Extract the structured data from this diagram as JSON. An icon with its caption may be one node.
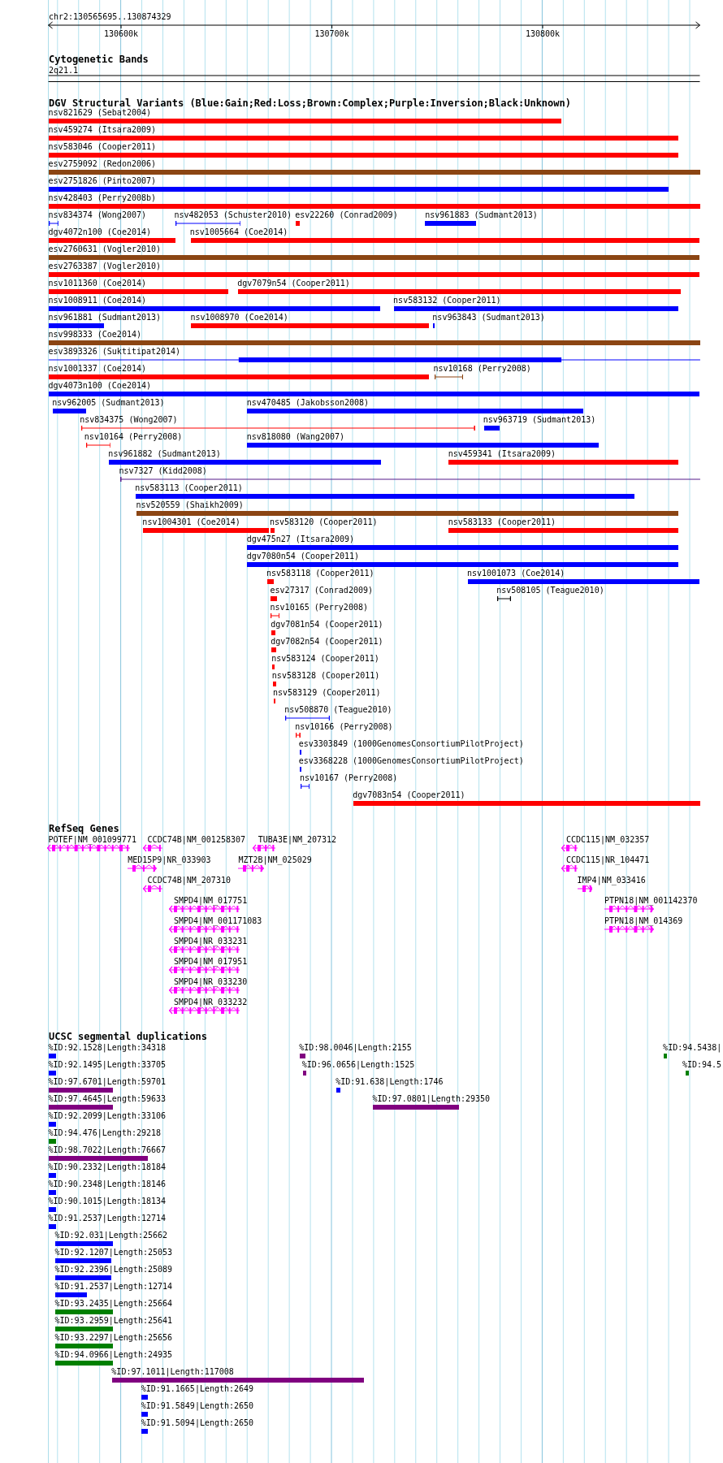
{
  "diagram": {
    "nodes": [
      {
        "text": [
          "nsv821629 (Sebat2004)"
        ]
      },
      {
        "text": [
          "nsv459274 (Itsara2009)"
        ]
      },
      {
        "text": [
          "nsv583046 (Cooper2011)"
        ]
      },
      {
        "text": [
          "esv2759092 (Redon2006)"
        ]
      },
      {
        "text": [
          "esv2751826 (Pinto2007)"
        ]
      },
      {
        "text": [
          "nsv428403 (Perry2008b)"
        ]
      },
      {
        "text": [
          "nsv834374 (Wong2007)"
        ]
      },
      {
        "text": [
          "nsv482053 (Schuster2010)"
        ]
      },
      {
        "text": [
          "esv22260 (Conrad2009)"
        ]
      },
      {
        "text": [
          "nsv961883 (Sudmant2013)"
        ]
      },
      {
        "text": [
          "dgv4072n100 (Coe2014)"
        ]
      },
      {
        "text": [
          "nsv1005664 (Coe2014)"
        ]
      },
      {
        "text": [
          "esv2760631 (Vogler2010)"
        ]
      },
      {
        "text": [
          "esv2763387 (Vogler2010)"
        ]
      },
      {
        "text": [
          "nsv1011360 (Coe2014)"
        ]
      },
      {
        "text": [
          "dgv7079n54 (Cooper2011)"
        ]
      },
      {
        "text": [
          "nsv1008911 (Coe2014)"
        ]
      },
      {
        "text": [
          "nsv583132 (Cooper2011)"
        ]
      },
      {
        "text": [
          "nsv961881 (Sudmant2013)"
        ]
      },
      {
        "text": [
          "nsv1008970 (Coe2014)"
        ]
      },
      {
        "text": [
          "nsv963843 (Sudmant2013)"
        ]
      },
      {
        "text": [
          "nsv998333 (Coe2014)"
        ]
      },
      {
        "text": [
          "esv3893326 (Suktitipat2014)"
        ]
      },
      {
        "text": [
          "nsv1001337 (Coe2014)"
        ]
      },
      {
        "text": [
          "nsv10168 (Perry2008)"
        ]
      },
      {
        "text": [
          "dgv4073n100 (Coe2014)"
        ]
      },
      {
        "text": [
          "nsv962005 (Sudmant2013)"
        ]
      },
      {
        "text": [
          "nsv470485 (Jakobsson2008)"
        ]
      },
      {
        "text": [
          "nsv834375 (Wong2007)"
        ]
      },
      {
        "text": [
          "nsv963719 (Sudmant2013)"
        ]
      },
      {
        "text": [
          "nsv10164 (Perry2008)"
        ]
      },
      {
        "text": [
          "nsv818080 (Wang2007)"
        ]
      },
      {
        "text": [
          "nsv961882 (Sudmant2013)"
        ]
      },
      {
        "text": [
          "nsv459341 (Itsara2009)"
        ]
      },
      {
        "text": [
          "nsv7327 (Kidd2008)"
        ]
      },
      {
        "text": [
          "nsv583113 (Cooper2011)"
        ]
      },
      {
        "text": [
          "nsv520559 (Shaikh2009)"
        ]
      },
      {
        "text": [
          "nsv1004301 (Coe2014)"
        ]
      },
      {
        "text": [
          "nsv583120 (Cooper2011)"
        ]
      },
      {
        "text": [
          "nsv583133 (Cooper2011)"
        ]
      },
      {
        "text": [
          "dgv475n27 (Itsara2009)"
        ]
      },
      {
        "text": [
          "dgv7080n54 (Cooper2011)"
        ]
      },
      {
        "text": [
          "nsv583118 (Cooper2011)"
        ]
      },
      {
        "text": [
          "nsv1001073 (Coe2014)"
        ]
      },
      {
        "text": [
          "esv27317 (Conrad2009)"
        ]
      },
      {
        "text": [
          "nsv508105 (Teague2010)"
        ]
      },
      {
        "text": [
          "nsv10165 (Perry2008)"
        ]
      },
      {
        "text": [
          "dgv7081n54 (Cooper2011)"
        ]
      },
      {
        "text": [
          "dgv7082n54 (Cooper2011)"
        ]
      },
      {
        "text": [
          "nsv583124 (Cooper2011)"
        ]
      },
      {
        "text": [
          "nsv583128 (Cooper2011)"
        ]
      },
      {
        "text": [
          "nsv583129 (Cooper2011)"
        ]
      },
      {
        "text": [
          "nsv508870 (Teague2010)"
        ]
      },
      {
        "text": [
          "nsv10166 (Perry2008)"
        ]
      },
      {
        "text": [
          "esv3303849 (1000GenomesConsortiumPilotProject)"
        ]
      },
      {
        "text": [
          "esv3368228 (1000GenomesConsortiumPilotProject)"
        ]
      },
      {
        "text": [
          "nsv10167 (Perry2008)"
        ]
      },
      {
        "text": [
          "dgv7083n54 (Cooper2011)"
        ]
      },
      {
        "text": [
          "POTEF|NM_001099771"
        ]
      },
      {
        "text": [
          "CCDC74B|NM_001258307"
        ]
      },
      {
        "text": [
          "TUBA3E|NM_207312"
        ]
      },
      {
        "text": [
          "CCDC115|NM_032357"
        ]
      },
      {
        "text": [
          "MED15P9|NR_033903"
        ]
      },
      {
        "text": [
          "MZT2B|NM_025029"
        ]
      },
      {
        "text": [
          "CCDC115|NR_104471"
        ]
      },
      {
        "text": [
          "CCDC74B|NM_207310"
        ]
      },
      {
        "text": [
          "IMP4|NM_033416"
        ]
      },
      {
        "text": [
          "SMPD4|NM_017751"
        ]
      },
      {
        "text": [
          "PTPN18|NM_001142370"
        ]
      },
      {
        "text": [
          "SMPD4|NM_001171083"
        ]
      },
      {
        "text": [
          "PTPN18|NM_014369"
        ]
      },
      {
        "text": [
          "SMPD4|NR_033231"
        ]
      },
      {
        "text": [
          "SMPD4|NM_017951"
        ]
      },
      {
        "text": [
          "SMPD4|NR_033230"
        ]
      },
      {
        "text": [
          "SMPD4|NR_033232"
        ]
      },
      {
        "text": [
          "%ID:92.1528|Length:34318"
        ]
      },
      {
        "text": [
          "%ID:98.0046|Length:2155"
        ]
      },
      {
        "text": [
          "%ID:94.5438|"
        ]
      },
      {
        "text": [
          "%ID:92.1495|Length:33705"
        ]
      },
      {
        "text": [
          "%ID:96.0656|Length:1525"
        ]
      },
      {
        "text": [
          "%ID:94.5"
        ]
      },
      {
        "text": [
          "%ID:97.6701|Length:59701"
        ]
      },
      {
        "text": [
          "%ID:91.638|Length:1746"
        ]
      },
      {
        "text": [
          "%ID:97.4645|Length:59633"
        ]
      },
      {
        "text": [
          "%ID:97.0801|Length:29350"
        ]
      },
      {
        "text": [
          "%ID:92.2099|Length:33106"
        ]
      },
      {
        "text": [
          "%ID:94.476|Length:29218"
        ]
      },
      {
        "text": [
          "%ID:98.7022|Length:76667"
        ]
      },
      {
        "text": [
          "%ID:90.2332|Length:18184"
        ]
      },
      {
        "text": [
          "%ID:90.2348|Length:18146"
        ]
      },
      {
        "text": [
          "%ID:90.1015|Length:18134"
        ]
      },
      {
        "text": [
          "%ID:91.2537|Length:12714"
        ]
      },
      {
        "text": [
          "%ID:92.031|Length:25662"
        ]
      },
      {
        "text": [
          "%ID:92.1207|Length:25053"
        ]
      },
      {
        "text": [
          "%ID:92.2396|Length:25089"
        ]
      },
      {
        "text": [
          "%ID:91.2537|Length:12714"
        ]
      },
      {
        "text": [
          "%ID:93.2435|Length:25664"
        ]
      },
      {
        "text": [
          "%ID:93.2959|Length:25641"
        ]
      },
      {
        "text": [
          "%ID:93.2297|Length:25656"
        ]
      },
      {
        "text": [
          "%ID:94.0966|Length:24935"
        ]
      },
      {
        "text": [
          "%ID:97.1011|Length:117008"
        ]
      },
      {
        "text": [
          "%ID:91.1665|Length:2649"
        ]
      },
      {
        "text": [
          "%ID:91.5849|Length:2650"
        ]
      },
      {
        "text": [
          "%ID:91.5094|Length:2650"
        ]
      }
    ],
    "labels": [
      "chr2:130565695..130874329",
      "130600k",
      "130700k",
      "130800k",
      "Cytogenetic Bands",
      "2q21.1",
      "DGV Structural Variants (Blue:Gain;Red:Loss;Brown:Complex;Purple:Inversion;Black:Unknown)",
      "RefSeq Genes",
      "UCSC segmental duplications"
    ]
  }
}
